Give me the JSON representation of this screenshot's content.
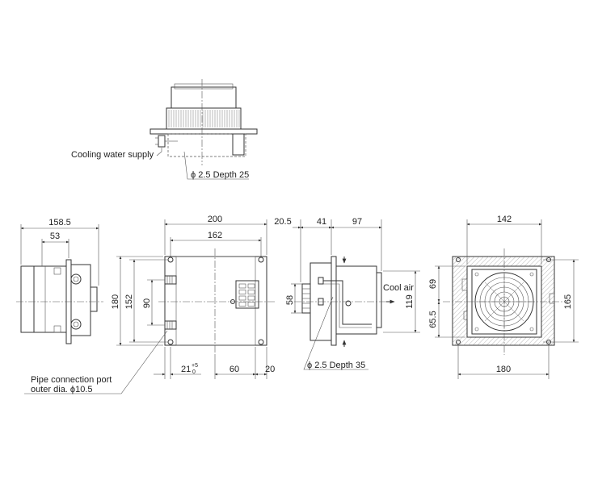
{
  "top_view": {
    "label_water": "Cooling water supply",
    "label_hole": "ϕ 2.5 Depth 25"
  },
  "side_view": {
    "dim_overall": "158.5",
    "dim_flange": "53"
  },
  "front_view": {
    "dim_width": "200",
    "dim_pitch": "162",
    "dim_height": "180",
    "dim_inner_height": "152",
    "dim_port_pitch": "90",
    "dim_port_offset": "21",
    "dim_tol_plus": "+5",
    "dim_tol_zero": "0",
    "dim_60": "60",
    "dim_20": "20",
    "label_pipe_line1": "Pipe connection port",
    "label_pipe_line2": "outer dia. ϕ10.5"
  },
  "section_view": {
    "dim_20_5": "20.5",
    "dim_41": "41",
    "dim_97": "97",
    "dim_58": "58",
    "dim_119": "119",
    "label_cool_air": "Cool air",
    "label_hole": "ϕ 2.5 Depth 35"
  },
  "rear_view": {
    "dim_142": "142",
    "dim_69": "69",
    "dim_65_5": "65.5",
    "dim_165": "165",
    "dim_180": "180"
  }
}
